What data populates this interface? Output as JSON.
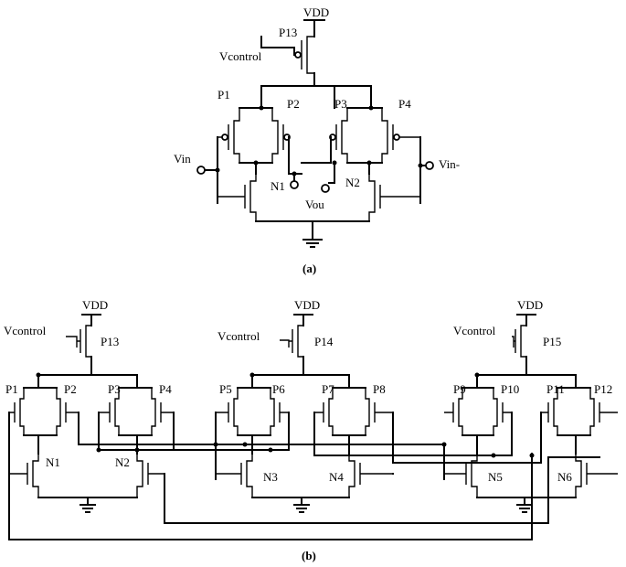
{
  "part_a": {
    "supply": "VDD",
    "control": "Vcontrol",
    "input_left": "Vin",
    "input_right": "Vin-",
    "output": "Vou",
    "transistors": {
      "tail": "P13",
      "p1": "P1",
      "p2": "P2",
      "p3": "P3",
      "p4": "P4",
      "n1": "N1",
      "n2": "N2"
    },
    "caption": "(a)"
  },
  "part_b": {
    "stage1": {
      "supply": "VDD",
      "control": "Vcontrol",
      "tail": "P13",
      "p_labels": [
        "P1",
        "P2",
        "P3",
        "P4"
      ],
      "n_labels": [
        "N1",
        "N2"
      ]
    },
    "stage2": {
      "supply": "VDD",
      "control": "Vcontrol",
      "tail": "P14",
      "p_labels": [
        "P5",
        "P6",
        "P7",
        "P8"
      ],
      "n_labels": [
        "N3",
        "N4"
      ]
    },
    "stage3": {
      "supply": "VDD",
      "control": "Vcontrol",
      "tail": "P15",
      "p_labels": [
        "P9",
        "P10",
        "P11",
        "P12"
      ],
      "n_labels": [
        "N5",
        "N6"
      ]
    },
    "caption": "(b)"
  }
}
